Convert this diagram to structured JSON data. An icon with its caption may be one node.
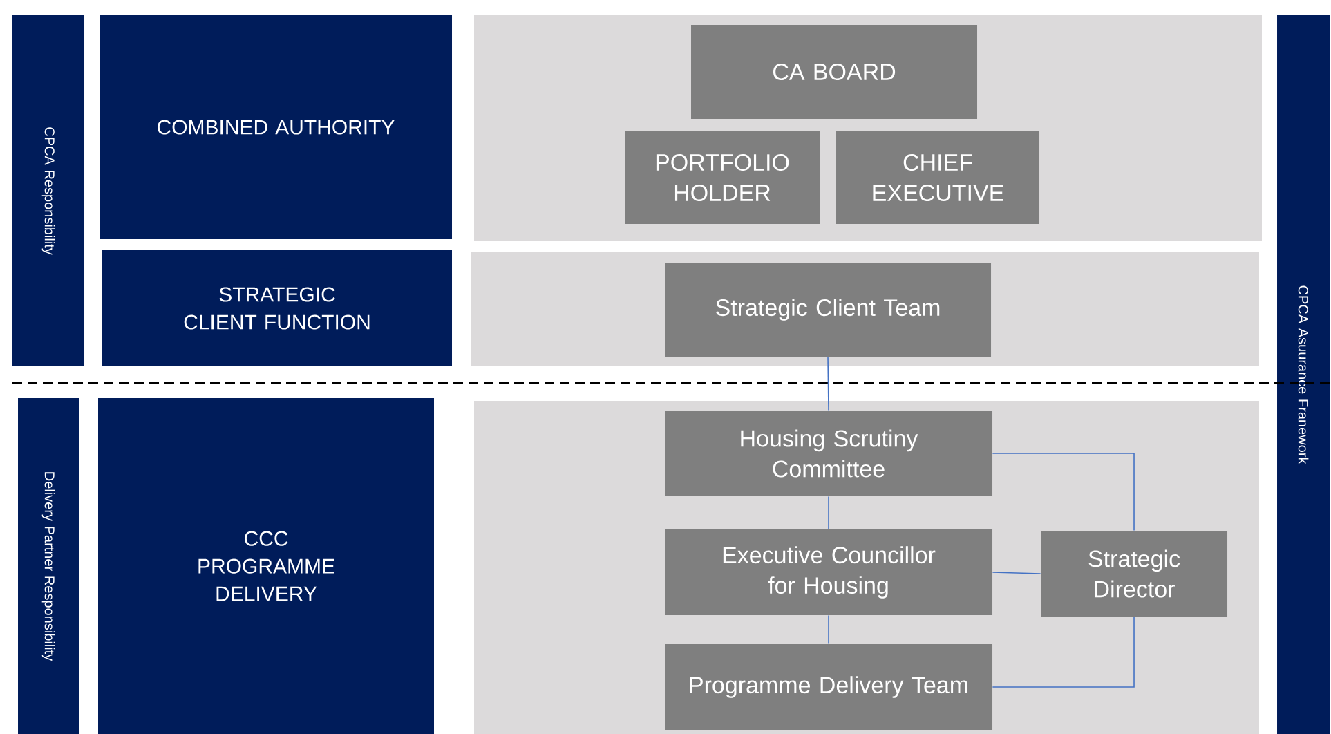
{
  "diagram": {
    "nodes": [
      {
        "text": [
          "CPCA Responsibility"
        ]
      },
      {
        "text": [
          "COMBINED AUTHORITY"
        ]
      },
      {
        "text": [
          "STRATEGIC CLIENT FUNCTION"
        ]
      },
      {
        "text": [
          "Delivery Partner Responsibility"
        ]
      },
      {
        "text": [
          "CCC PROGRAMME DELIVERY"
        ]
      },
      {
        "text": [
          "CPCA Asuurance Franework"
        ]
      },
      {
        "text": [],
        "shape": "box"
      },
      {
        "text": [
          "CA BOARD"
        ],
        "in": 6
      },
      {
        "text": [
          "PORTFOLIO HOLDER"
        ],
        "in": 6
      },
      {
        "text": [
          "CHIEF EXECUTIVE"
        ],
        "in": 6
      },
      {
        "text": [],
        "shape": "box"
      },
      {
        "text": [
          "Strategic Client Team"
        ],
        "in": 10
      },
      {
        "text": [],
        "shape": "box"
      },
      {
        "text": [
          "Housing Scrutiny Committee"
        ],
        "in": 12
      },
      {
        "text": [
          "Executive Councillor for Housing"
        ],
        "in": 12
      },
      {
        "text": [
          "Strategic Director"
        ],
        "in": 12
      },
      {
        "text": [
          "Programme Delivery Team"
        ],
        "in": 12
      }
    ],
    "edges": [
      {
        "from": 11,
        "to": 13,
        "arrow": "none"
      },
      {
        "from": 13,
        "to": 14,
        "arrow": "none"
      },
      {
        "from": 14,
        "to": 16,
        "arrow": "none"
      },
      {
        "from": 13,
        "to": 15,
        "arrow": "none"
      },
      {
        "from": 14,
        "to": 15,
        "arrow": "none"
      },
      {
        "from": 16,
        "to": 15,
        "arrow": "none"
      }
    ]
  }
}
